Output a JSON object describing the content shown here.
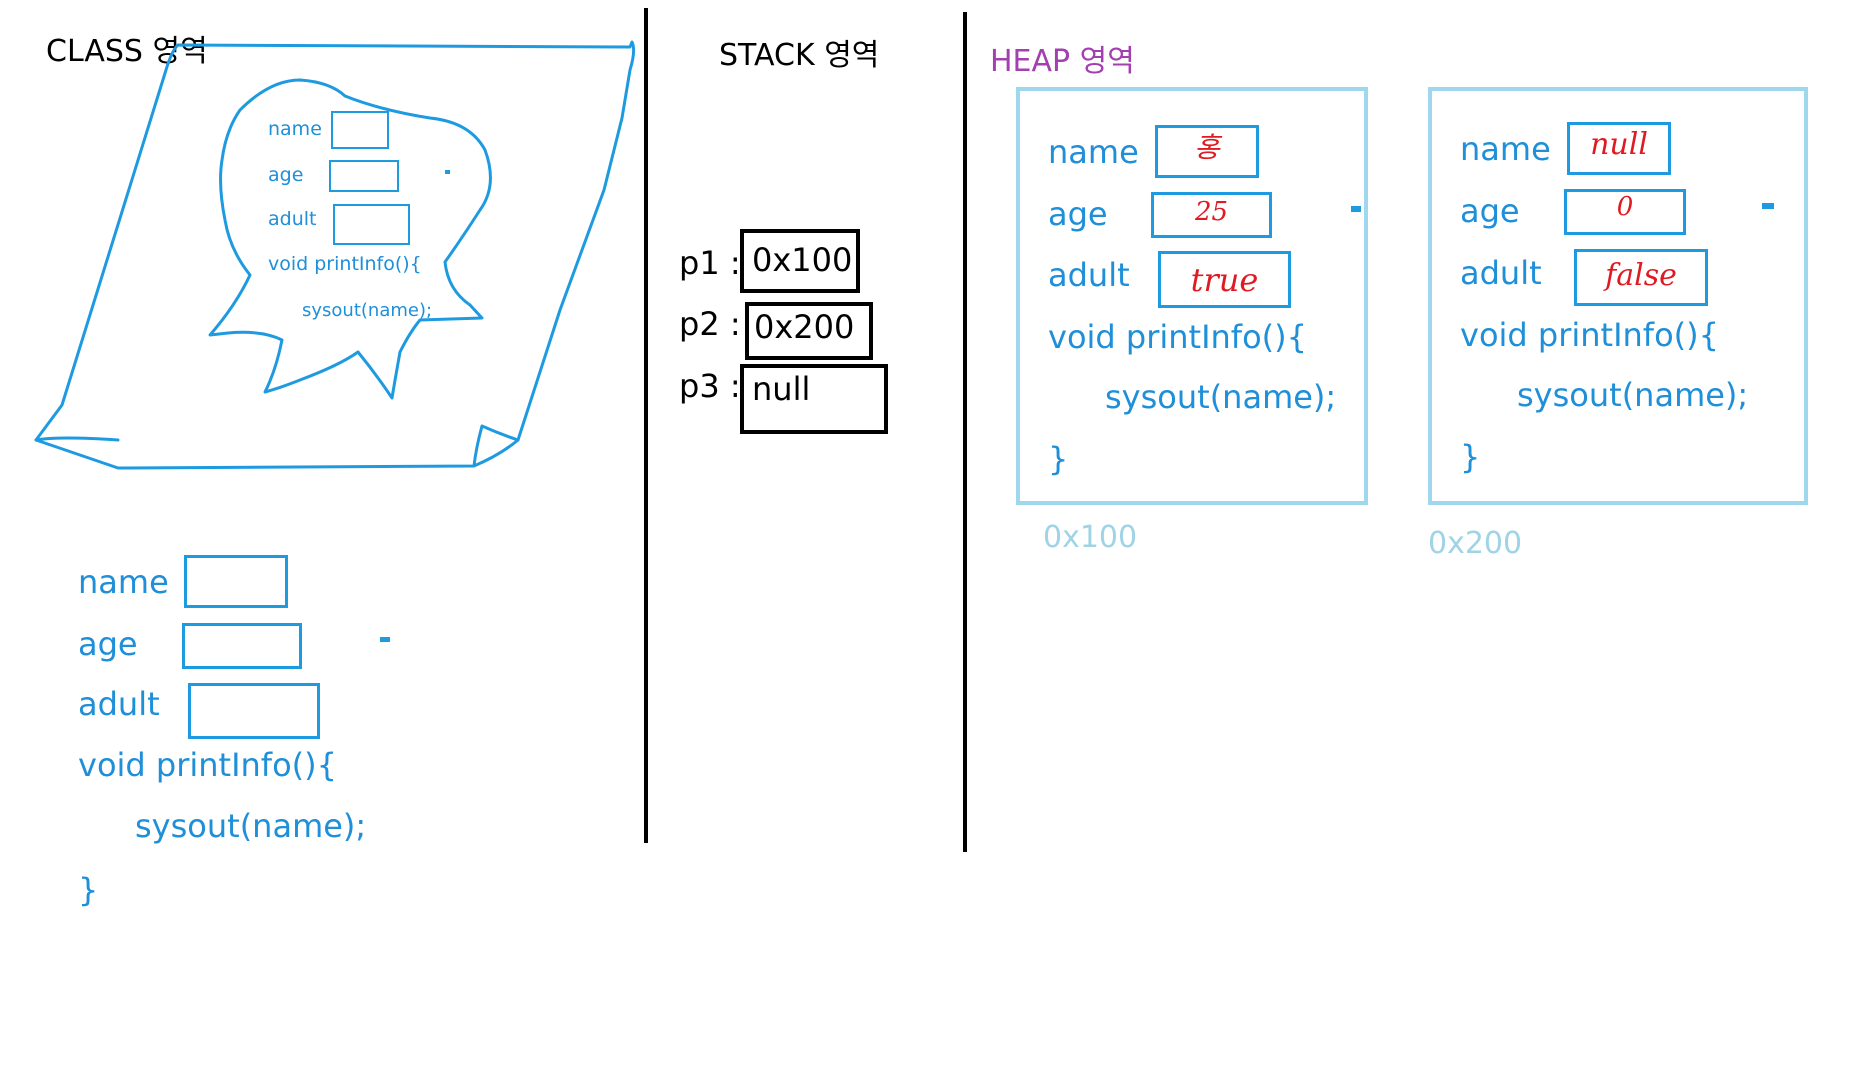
{
  "class_area": {
    "title": "CLASS 영역",
    "sketch_fields": [
      "name",
      "age",
      "adult"
    ],
    "sketch_method": "void printInfo(){",
    "sketch_body": "sysout(name);",
    "fields": [
      "name",
      "age",
      "adult"
    ],
    "method_signature": "void printInfo(){",
    "method_body": "sysout(name);",
    "method_close": "}"
  },
  "stack_area": {
    "title": "STACK 영역",
    "vars": [
      {
        "label": "p1 :",
        "value": "0x100"
      },
      {
        "label": "p2 :",
        "value": "0x200"
      },
      {
        "label": "p3 :",
        "value": "null"
      }
    ]
  },
  "heap_area": {
    "title": "HEAP 영역",
    "objects": [
      {
        "address": "0x100",
        "fields": [
          {
            "name": "name",
            "value": "홍"
          },
          {
            "name": "age",
            "value": "25"
          },
          {
            "name": "adult",
            "value": "true"
          }
        ],
        "method_signature": "void printInfo(){",
        "method_body": "sysout(name);",
        "method_close": "}"
      },
      {
        "address": "0x200",
        "fields": [
          {
            "name": "name",
            "value": "null"
          },
          {
            "name": "age",
            "value": "0"
          },
          {
            "name": "adult",
            "value": "false"
          }
        ],
        "method_signature": "void printInfo(){",
        "method_body": "sysout(name);",
        "method_close": "}"
      }
    ]
  },
  "colors": {
    "code_blue": "#1e8fd8",
    "box_blue": "#1e9be0",
    "frame_light_blue": "#9fd8ec",
    "heap_title_purple": "#a33fb0",
    "handwriting_red": "#e01a22"
  }
}
